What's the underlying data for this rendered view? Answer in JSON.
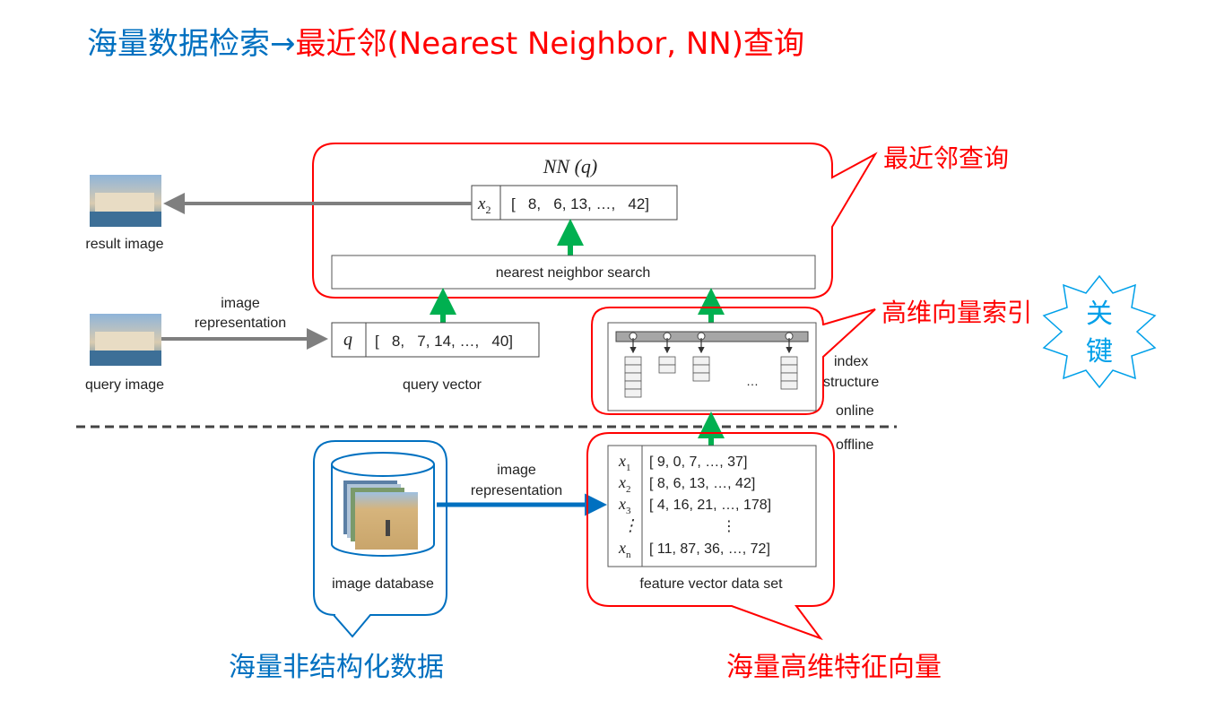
{
  "title": {
    "part1": "海量数据检索→",
    "part2": "最近邻(Nearest Neighbor, NN)查询"
  },
  "colors": {
    "blue": "#0070c0",
    "red": "#ff0000",
    "green": "#00b050",
    "gray": "#7f7f7f"
  },
  "callouts": {
    "nn_query": "最近邻查询",
    "index": "高维向量索引",
    "key_badge": [
      "关",
      "键"
    ],
    "unstructured": "海量非结构化数据",
    "vectors": "海量高维特征向量"
  },
  "diagram": {
    "nn_label": "NN (q)",
    "result_vector": {
      "id": "x",
      "sub": "2",
      "values": "[   8,   6, 13, …,   42]"
    },
    "result_image_label": "result image",
    "nn_search_label": "nearest neighbor search",
    "query_image_label": "query image",
    "image_representation": [
      "image",
      "representation"
    ],
    "query_vector": {
      "id": "q",
      "values": "[   8,   7, 14, …,   40]"
    },
    "query_vector_label": "query vector",
    "index_structure_label": [
      "index",
      "structure"
    ],
    "index_ellipsis": "…",
    "online_label": "online",
    "offline_label": "offline",
    "image_database_label": "image database",
    "feature_rows": [
      {
        "id": "x",
        "sub": "1",
        "values": "[   9,   0,   7, …,   37]"
      },
      {
        "id": "x",
        "sub": "2",
        "values": "[   8,   6, 13, …,   42]"
      },
      {
        "id": "x",
        "sub": "3",
        "values": "[   4, 16, 21, …, 178]"
      },
      {
        "id": "⋮",
        "sub": "",
        "values": "⋮"
      },
      {
        "id": "x",
        "sub": "n",
        "values": "[ 11, 87, 36, …,   72]"
      }
    ],
    "feature_set_label": "feature vector data set"
  }
}
